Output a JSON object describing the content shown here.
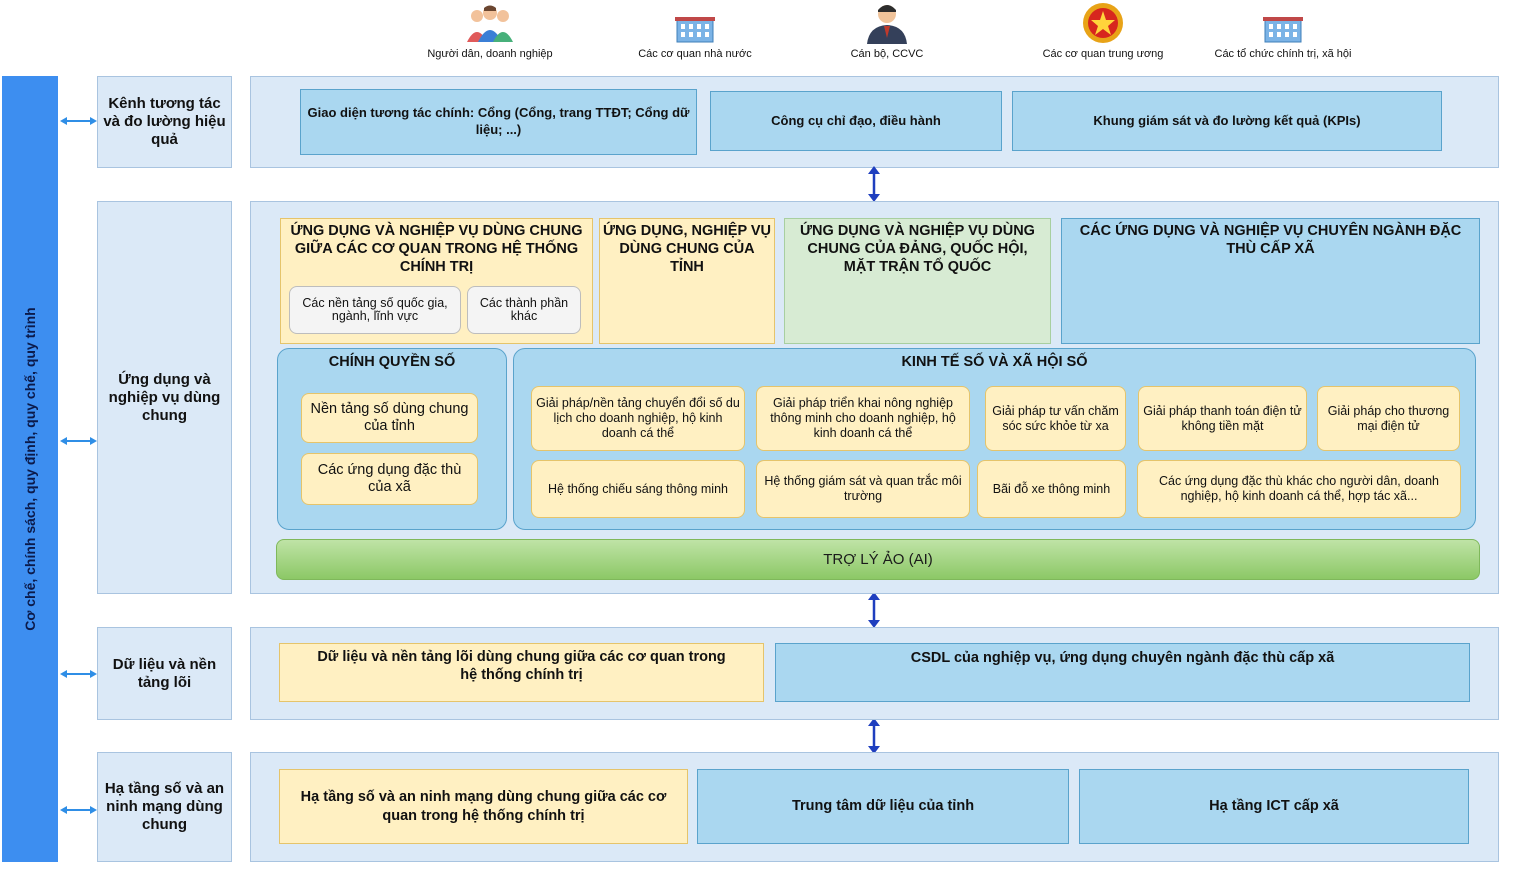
{
  "actors": [
    {
      "label": "Người dân, doanh nghiệp",
      "icon": "people-icon"
    },
    {
      "label": "Các cơ quan nhà nước",
      "icon": "building-icon"
    },
    {
      "label": "Cán bộ, CCVC",
      "icon": "officer-icon"
    },
    {
      "label": "Các cơ quan trung ương",
      "icon": "national-emblem-icon"
    },
    {
      "label": "Các tổ chức chính trị, xã hội",
      "icon": "building-icon"
    }
  ],
  "left_bar": {
    "label": "Cơ chế, chính sách, quy định, quy chế, quy trình"
  },
  "layers": {
    "interaction": {
      "label": "Kênh tương tác và đo lường hiệu quả",
      "boxes": [
        "Giao diện tương tác chính: Cổng (Cổng, trang TTĐT; Cổng dữ liệu; ...)",
        "Công cụ chỉ đạo, điều hành",
        "Khung giám sát và đo lường kết quả (KPIs)"
      ]
    },
    "apps": {
      "label": "Ứng dụng và nghiệp vụ dùng chung",
      "top_boxes": {
        "political": "ỨNG DỤNG VÀ NGHIỆP VỤ DÙNG CHUNG GIỮA CÁC CƠ QUAN TRONG HỆ THỐNG CHÍNH TRỊ",
        "political_sub": [
          "Các nền tảng số quốc gia, ngành, lĩnh vực",
          "Các thành phần khác"
        ],
        "province": "ỨNG DỤNG, NGHIỆP VỤ DÙNG CHUNG CỦA TỈNH",
        "party": "ỨNG DỤNG VÀ NGHIỆP VỤ DÙNG CHUNG CỦA ĐẢNG, QUỐC HỘI, MẶT TRẬN TỔ QUỐC",
        "commune": "CÁC ỨNG DỤNG VÀ NGHIỆP VỤ CHUYÊN NGÀNH ĐẶC THÙ CẤP XÃ"
      },
      "digital_gov": {
        "title": "CHÍNH QUYỀN SỐ",
        "items": [
          "Nền tảng số dùng chung của tỉnh",
          "Các ứng dụng đặc thù của xã"
        ]
      },
      "digital_economy": {
        "title": "KINH TẾ SỐ VÀ XÃ HỘI SỐ",
        "row1": [
          "Giải pháp/nền tảng chuyển đổi số du lịch cho doanh nghiệp, hộ kinh doanh cá thể",
          "Giải pháp triển khai nông nghiệp thông minh cho doanh nghiệp, hộ kinh doanh cá thể",
          "Giải pháp tư vấn chăm sóc sức khỏe từ xa",
          "Giải pháp thanh toán điện tử không tiền mặt",
          "Giải pháp cho thương mại điện tử"
        ],
        "row2": [
          "Hệ thống chiếu sáng thông minh",
          "Hệ thống giám sát và quan trắc môi trường",
          "Bãi đỗ xe thông minh",
          "Các ứng dụng đặc thù khác cho người dân, doanh nghiệp, hộ kinh doanh cá thể, hợp tác xã..."
        ]
      },
      "ai_bar": "TRỢ LÝ ẢO (AI)"
    },
    "data": {
      "label": "Dữ liệu và nền tảng lõi",
      "boxes": [
        "Dữ liệu và nền tảng lõi dùng chung giữa các cơ quan trong hệ thống chính trị",
        "CSDL của nghiệp vụ, ứng dụng chuyên ngành đặc thù cấp xã"
      ]
    },
    "infra": {
      "label": "Hạ tầng số và an ninh mạng dùng chung",
      "boxes": [
        "Hạ tầng số và an ninh mạng dùng chung giữa các cơ quan trong hệ thống chính trị",
        "Trung tâm dữ liệu của tỉnh",
        "Hạ tầng ICT cấp xã"
      ]
    }
  },
  "colors": {
    "left_bar": "#3d8ef0",
    "layer_bg": "#dbe9f7",
    "blue_box": "#aad7f0",
    "yellow_box": "#fff0c2",
    "green_box": "#d7ebd3",
    "ai_bar": "#8cc866",
    "arrow": "#1f3fbf",
    "side_arrow": "#2f8ee6"
  }
}
